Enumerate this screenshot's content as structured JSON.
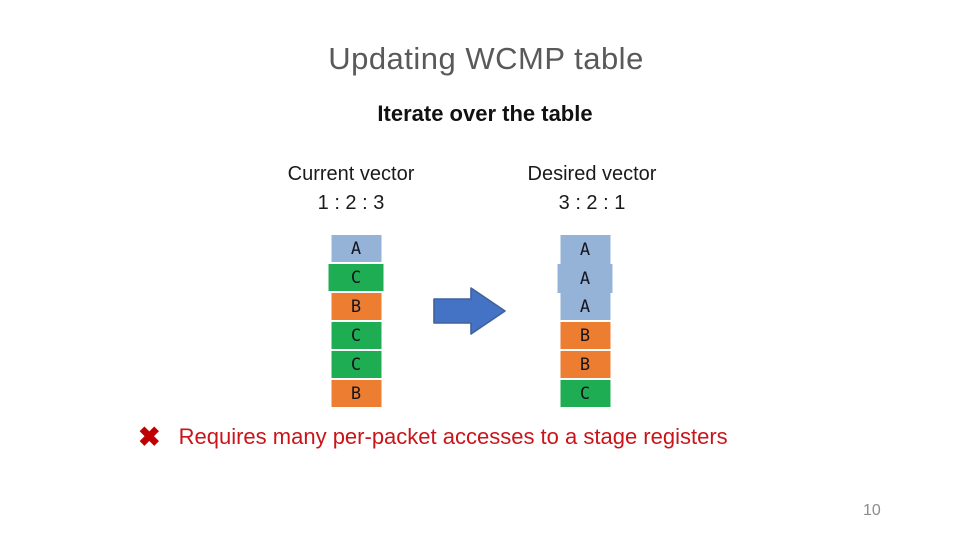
{
  "slide": {
    "title": "Updating WCMP table",
    "subtitle": "Iterate over the table",
    "page_number": "10"
  },
  "vectors": {
    "current": {
      "label": "Current vector",
      "ratio": "1 : 2 : 3",
      "cells": [
        {
          "letter": "A",
          "fill": "#95B3D7"
        },
        {
          "letter": "C",
          "fill": "#1FAD53",
          "wide": true
        },
        {
          "letter": "B",
          "fill": "#ED7D31"
        },
        {
          "letter": "C",
          "fill": "#1FAD53"
        },
        {
          "letter": "C",
          "fill": "#1FAD53"
        },
        {
          "letter": "B",
          "fill": "#ED7D31"
        }
      ]
    },
    "desired": {
      "label": "Desired vector",
      "ratio": "3 : 2 : 1",
      "cells": [
        {
          "letter": "A",
          "fill": "#95B3D7",
          "merge_below": true
        },
        {
          "letter": "A",
          "fill": "#95B3D7",
          "wide": true,
          "merge_below": true
        },
        {
          "letter": "A",
          "fill": "#95B3D7"
        },
        {
          "letter": "B",
          "fill": "#ED7D31"
        },
        {
          "letter": "B",
          "fill": "#ED7D31"
        },
        {
          "letter": "C",
          "fill": "#1FAD53"
        }
      ]
    }
  },
  "arrow": {
    "fill": "#4472C4",
    "stroke": "#41619B"
  },
  "note": {
    "icon": "✖",
    "icon_color": "#C00000",
    "text": "Requires many per-packet accesses to a stage registers",
    "color": "#C9151A"
  }
}
